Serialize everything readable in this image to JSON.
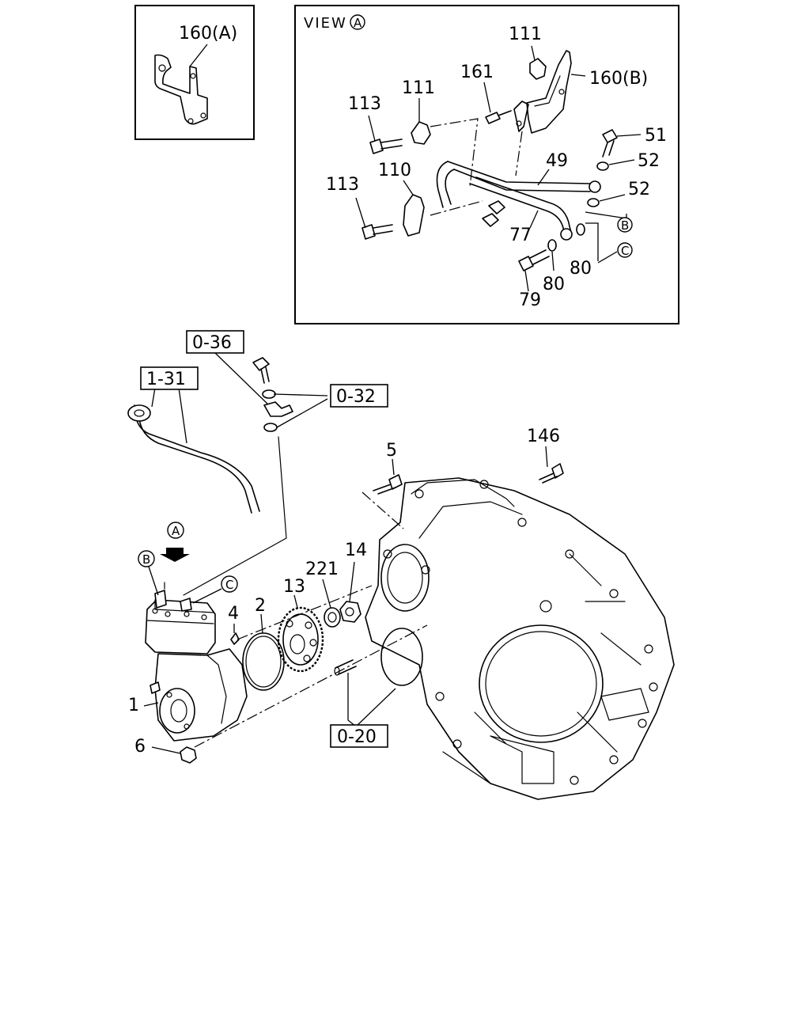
{
  "view_title": "VIEW",
  "view_letter": "A",
  "callouts": {
    "p160a": "160(A)",
    "p160b": "160(B)",
    "p111_top": "111",
    "p111_left": "111",
    "p161": "161",
    "p113_top": "113",
    "p113_bottom": "113",
    "p110": "110",
    "p49": "49",
    "p51": "51",
    "p52_top": "52",
    "p52_mid": "52",
    "p77": "77",
    "p80_right": "80",
    "p80_bottom": "80",
    "p79": "79",
    "p146": "146",
    "p5": "5",
    "p14": "14",
    "p221": "221",
    "p13": "13",
    "p2": "2",
    "p4": "4",
    "p1": "1",
    "p6": "6"
  },
  "circle_letters": {
    "b_view": "B",
    "c_view": "C",
    "a_main": "A",
    "b_main": "B",
    "c_main": "C"
  },
  "ref_boxes": {
    "r036": "0-36",
    "r131": "1-31",
    "r032": "0-32",
    "r020": "0-20"
  }
}
